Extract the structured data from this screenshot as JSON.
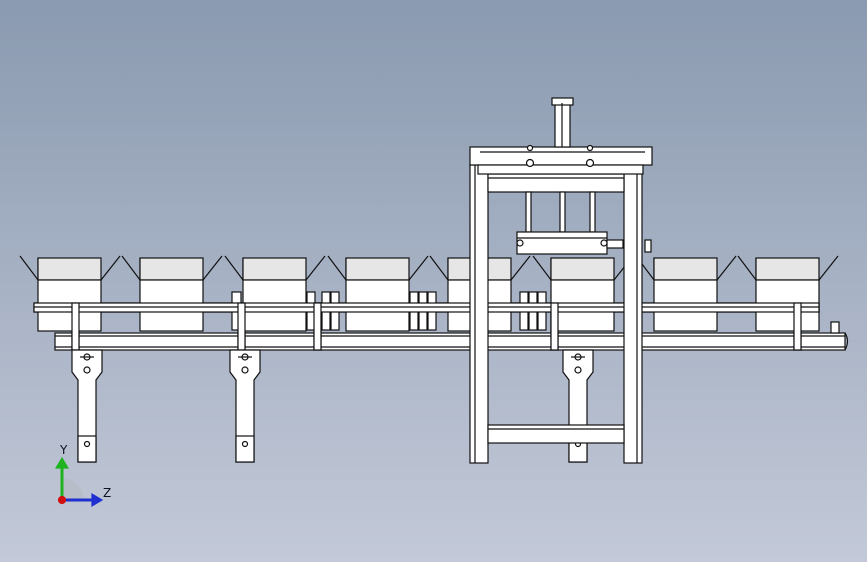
{
  "scene": {
    "background_top": "#8a9ab0",
    "background_bottom": "#c3c9d8",
    "line_color": "#111111",
    "fill_color": "#ffffff",
    "box_fill": "#e6e6e6",
    "box_count": 8
  },
  "triad": {
    "y_label": "Y",
    "z_label": "Z",
    "y_color": "#1fb31f",
    "z_color": "#1f2fd0",
    "origin_color": "#d01010",
    "icons": [
      "axis-y-arrow-icon",
      "axis-z-arrow-icon",
      "origin-dot-icon"
    ]
  }
}
